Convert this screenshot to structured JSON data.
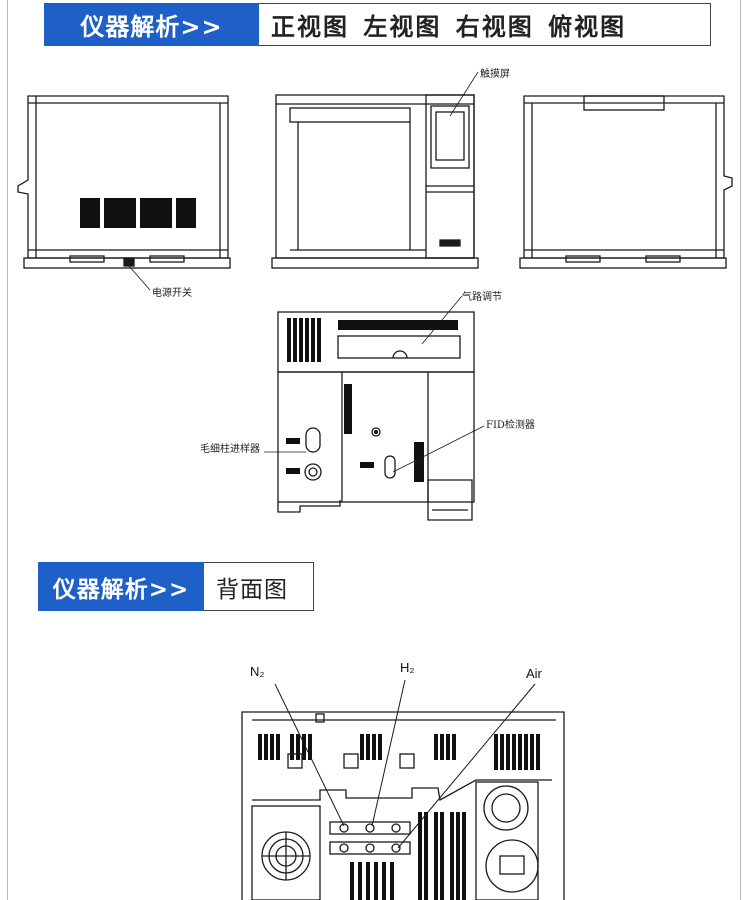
{
  "section1": {
    "tag": "仪器解析>>",
    "views": "正视图  左视图  右视图  俯视图"
  },
  "section2": {
    "tag": "仪器解析>>",
    "title": "背面图"
  },
  "callouts": {
    "touchscreen": "触摸屏",
    "power_switch": "电源开关",
    "gas_regulation": "气路调节",
    "fid_detector": "FID检测器",
    "capillary_injector": "毛细柱进样器"
  },
  "rear_ports": {
    "n2": "N₂",
    "h2": "H₂",
    "air": "Air"
  },
  "colors": {
    "banner_blue": "#1e5fc8",
    "line": "#1a1a1a"
  }
}
